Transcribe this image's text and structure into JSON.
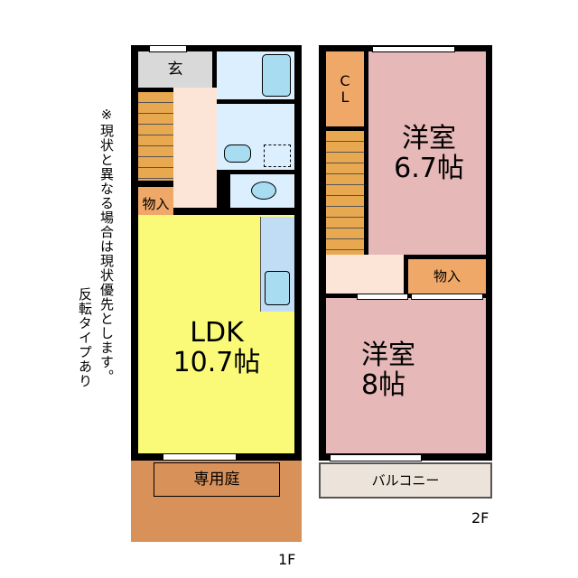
{
  "note": "※現状と異なる場合は現状優先とします。",
  "note2": "反転タイプあり",
  "floor1": {
    "label": "1F",
    "genkan": "玄",
    "storage": "物入",
    "ldk_name": "LDK",
    "ldk_size": "10.7帖",
    "garden": "専用庭"
  },
  "floor2": {
    "label": "2F",
    "closet": "C L",
    "room1_name": "洋室",
    "room1_size": "6.7帖",
    "storage": "物入",
    "room2_name": "洋室",
    "room2_size": "8帖",
    "balcony": "バルコニー"
  },
  "colors": {
    "ldk": "#fafa78",
    "western": "#e6b8b8",
    "stairs": "#e8a850",
    "storage": "#f0a868",
    "hall": "#fce4d6",
    "water": "#dcefff",
    "genkan": "#d9d9d9",
    "garden": "#d9915a",
    "balcony": "#ece4da"
  }
}
